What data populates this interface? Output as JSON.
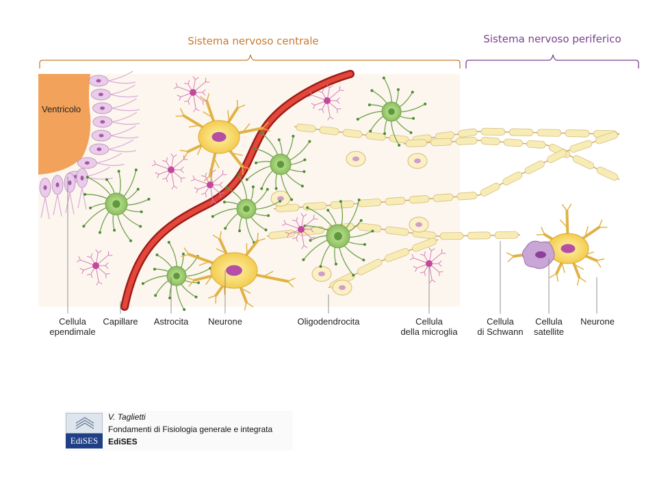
{
  "header": {
    "central_title": "Sistema nervoso centrale",
    "peripheral_title": "Sistema nervoso periferico"
  },
  "diagram": {
    "ventricle_label": "Ventricolo",
    "labels": [
      "Cellula\nependimale",
      "Capillare",
      "Astrocita",
      "Neurone",
      "Oligodendrocita",
      "Cellula\ndella microglia",
      "Cellula\ndi Schwann",
      "Cellula\nsatellite",
      "Neurone"
    ],
    "colors": {
      "ventricle": "#f2a25a",
      "ependymal": "#eacbea",
      "astrocyte": "#9ccb6a",
      "neuron": "#f7d25a",
      "microglia": "#c2489b",
      "capillary": "#d9352b",
      "myelin": "#f7ecb5",
      "satellite": "#c9a6d6"
    }
  },
  "credit": {
    "author": "V. Taglietti",
    "book": "Fondamenti di Fisiologia generale e integrata",
    "publisher": "EdiSES",
    "logo_text": "EdiSES"
  }
}
